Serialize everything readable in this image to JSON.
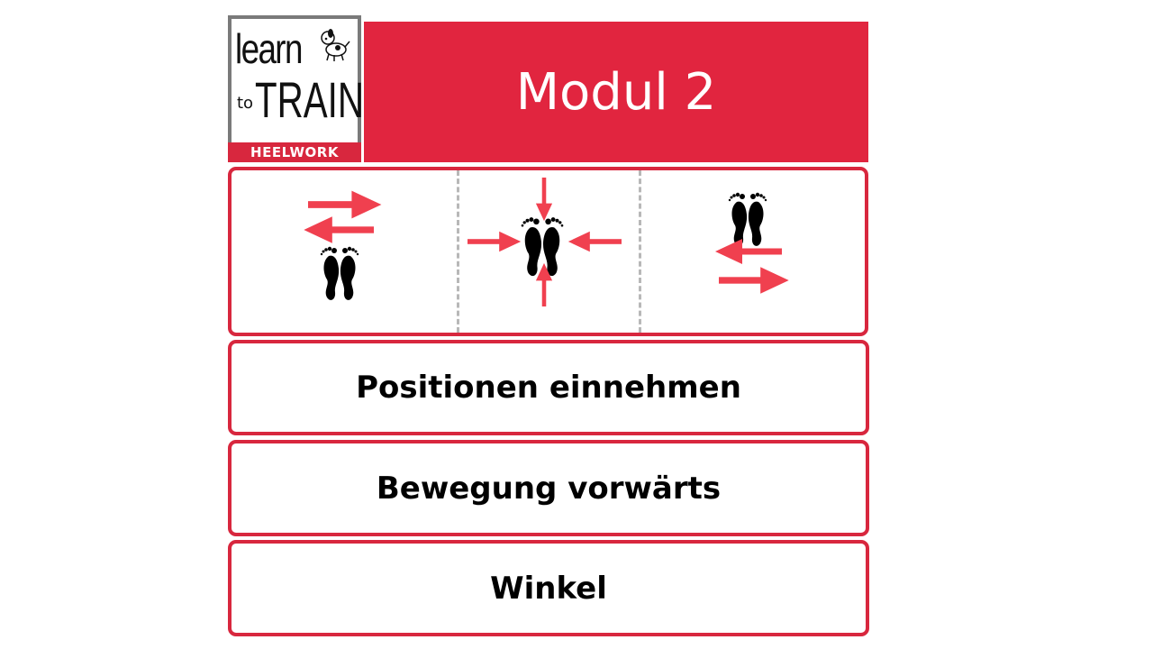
{
  "logo": {
    "line1": "learn",
    "to": "to",
    "train": "TRAIN",
    "subtitle": "HEELWORK"
  },
  "header": {
    "title": "Modul 2"
  },
  "icons": [
    {
      "name": "move-in-front"
    },
    {
      "name": "center-position"
    },
    {
      "name": "move-behind"
    }
  ],
  "rows": [
    {
      "label": "Positionen einnehmen"
    },
    {
      "label": "Bewegung vorwärts"
    },
    {
      "label": "Winkel"
    }
  ],
  "colors": {
    "accent": "#e1253f",
    "border": "#d8273e",
    "arrow": "#f0404f"
  }
}
